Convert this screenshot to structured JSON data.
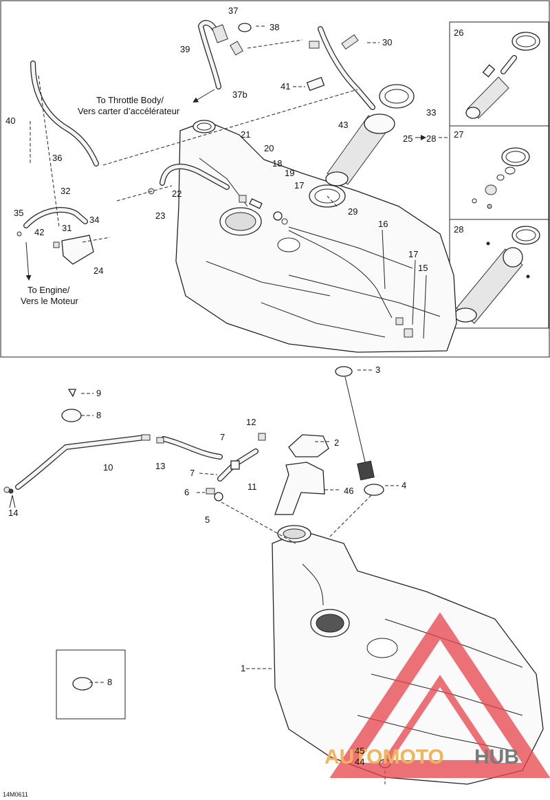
{
  "diagram_id": "14M0611",
  "notes": {
    "throttle": [
      "To Throttle Body/",
      "Vers carter d’accélérateur"
    ],
    "engine": [
      "To Engine/",
      "Vers le Moteur"
    ]
  },
  "watermark": {
    "word_a": "AUTOMOTO",
    "word_b": "HUB",
    "color_a": "#f2b45a",
    "color_b": "#7a7a7a",
    "logo_color": "#e8444a"
  },
  "callouts_top": [
    {
      "id": "c37",
      "text": "37"
    },
    {
      "id": "c38",
      "text": "38"
    },
    {
      "id": "c39",
      "text": "39"
    },
    {
      "id": "c37b",
      "text": "37b"
    },
    {
      "id": "c30",
      "text": "30"
    },
    {
      "id": "c41",
      "text": "41"
    },
    {
      "id": "c33",
      "text": "33"
    },
    {
      "id": "c43",
      "text": "43"
    },
    {
      "id": "c25",
      "text": "25"
    },
    {
      "id": "c28arrow",
      "text": "28"
    },
    {
      "id": "c40",
      "text": "40"
    },
    {
      "id": "c36",
      "text": "36"
    },
    {
      "id": "c21",
      "text": "21"
    },
    {
      "id": "c20",
      "text": "20"
    },
    {
      "id": "c18",
      "text": "18"
    },
    {
      "id": "c19",
      "text": "19"
    },
    {
      "id": "c17a",
      "text": "17"
    },
    {
      "id": "c22",
      "text": "22"
    },
    {
      "id": "c23",
      "text": "23"
    },
    {
      "id": "c29",
      "text": "29"
    },
    {
      "id": "c32",
      "text": "32"
    },
    {
      "id": "c35",
      "text": "35"
    },
    {
      "id": "c34",
      "text": "34"
    },
    {
      "id": "c31",
      "text": "31"
    },
    {
      "id": "c42",
      "text": "42"
    },
    {
      "id": "c24",
      "text": "24"
    },
    {
      "id": "c16",
      "text": "16"
    },
    {
      "id": "c17b",
      "text": "17"
    },
    {
      "id": "c15",
      "text": "15"
    }
  ],
  "insets": [
    {
      "id": "inset26",
      "text": "26"
    },
    {
      "id": "inset27",
      "text": "27"
    },
    {
      "id": "inset28",
      "text": "28"
    }
  ],
  "callouts_bottom": [
    {
      "id": "b3",
      "text": "3"
    },
    {
      "id": "b9",
      "text": "9"
    },
    {
      "id": "b8a",
      "text": "8"
    },
    {
      "id": "b12",
      "text": "12"
    },
    {
      "id": "b2",
      "text": "2"
    },
    {
      "id": "b7a",
      "text": "7"
    },
    {
      "id": "b10",
      "text": "10"
    },
    {
      "id": "b13",
      "text": "13"
    },
    {
      "id": "b7b",
      "text": "7"
    },
    {
      "id": "b11",
      "text": "11"
    },
    {
      "id": "b46",
      "text": "46"
    },
    {
      "id": "b4",
      "text": "4"
    },
    {
      "id": "b6",
      "text": "6"
    },
    {
      "id": "b5",
      "text": "5"
    },
    {
      "id": "b14",
      "text": "14"
    },
    {
      "id": "b1",
      "text": "1"
    },
    {
      "id": "b8b",
      "text": "8"
    },
    {
      "id": "b45",
      "text": "45"
    },
    {
      "id": "b44",
      "text": "44"
    }
  ]
}
